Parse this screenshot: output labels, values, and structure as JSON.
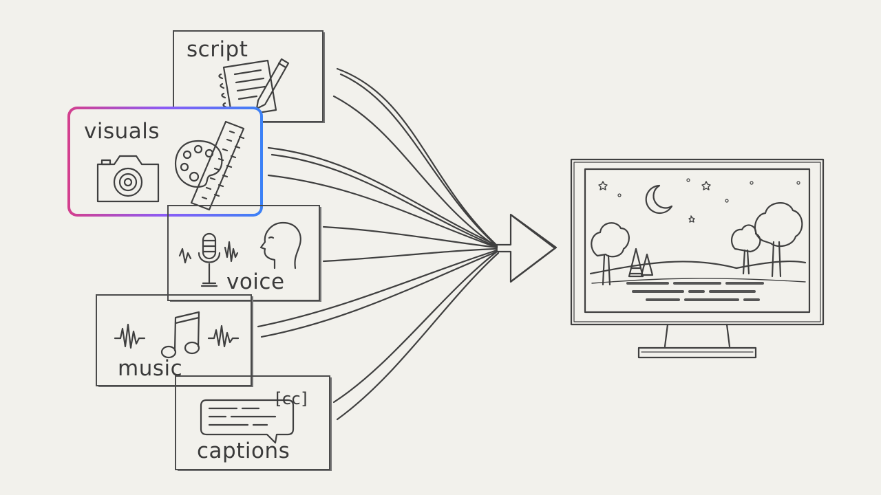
{
  "cards": {
    "script": {
      "label": "script"
    },
    "visuals": {
      "label": "visuals"
    },
    "voice": {
      "label": "voice"
    },
    "music": {
      "label": "music"
    },
    "captions": {
      "label": "captions",
      "cc_badge": "[cc]"
    }
  },
  "highlight_gradient": [
    "#d43f8d",
    "#8b5cf6",
    "#3b82f6"
  ],
  "ink_color": "#3f3f3f",
  "paper_color": "#f2f1ec"
}
